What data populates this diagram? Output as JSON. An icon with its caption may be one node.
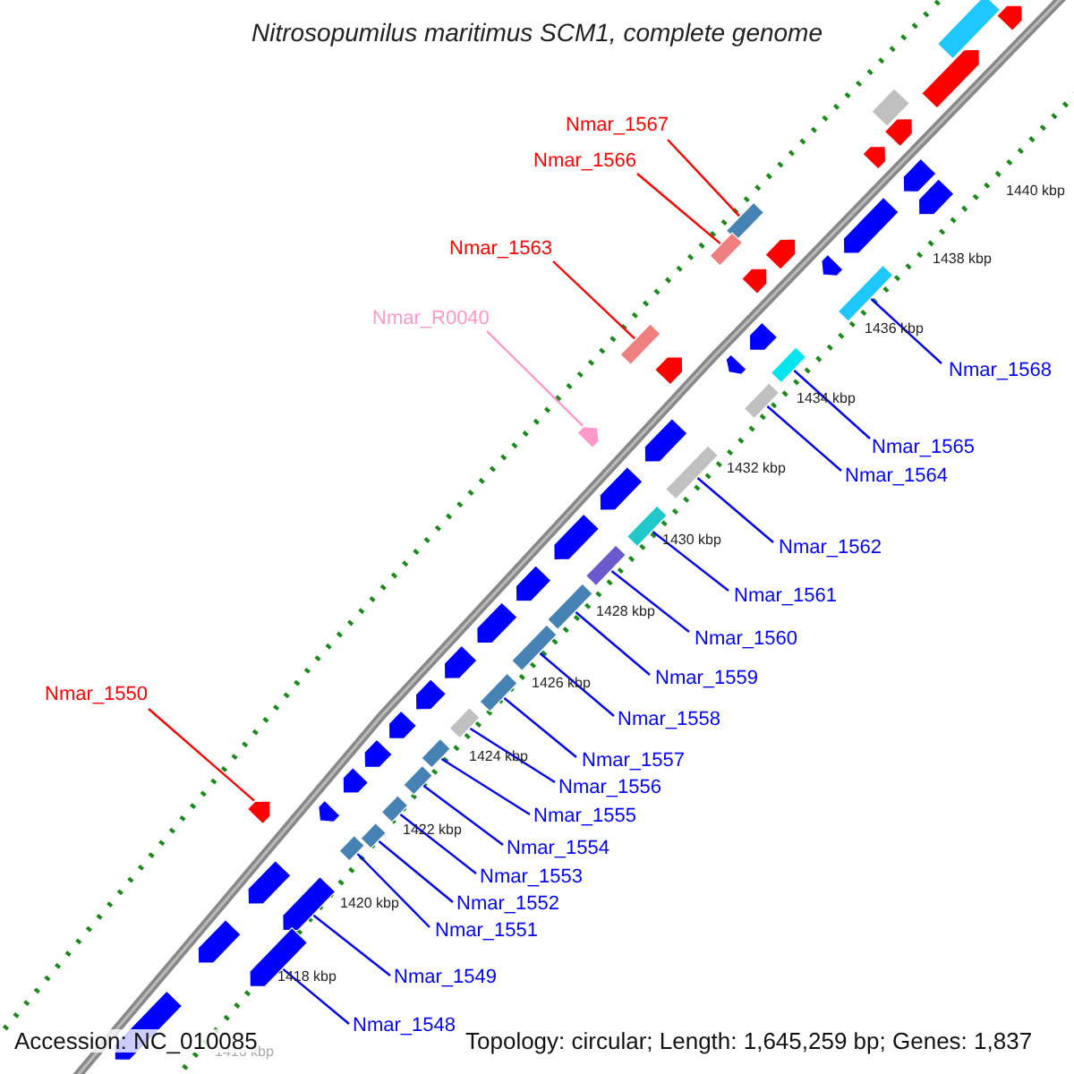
{
  "diagram": {
    "title": "Nitrosopumilus maritimus SCM1, complete genome",
    "nodes": [
      {
        "text": [
          "Nmar_1567"
        ]
      },
      {
        "text": [
          "Nmar_1566"
        ]
      },
      {
        "text": [
          "Nmar_1563"
        ]
      },
      {
        "text": [
          "Nmar_R0040"
        ]
      },
      {
        "text": [
          "Nmar_1568"
        ]
      },
      {
        "text": [
          "Nmar_1565"
        ]
      },
      {
        "text": [
          "Nmar_1564"
        ]
      },
      {
        "text": [
          "Nmar_1562"
        ]
      },
      {
        "text": [
          "Nmar_1561"
        ]
      },
      {
        "text": [
          "Nmar_1560"
        ]
      },
      {
        "text": [
          "Nmar_1559"
        ]
      },
      {
        "text": [
          "Nmar_1558"
        ]
      },
      {
        "text": [
          "Nmar_1550"
        ]
      },
      {
        "text": [
          "Nmar_1557"
        ]
      },
      {
        "text": [
          "Nmar_1556"
        ]
      },
      {
        "text": [
          "Nmar_1555"
        ]
      },
      {
        "text": [
          "Nmar_1554"
        ]
      },
      {
        "text": [
          "Nmar_1553"
        ]
      },
      {
        "text": [
          "Nmar_1552"
        ]
      },
      {
        "text": [
          "Nmar_1551"
        ]
      },
      {
        "text": [
          "Nmar_1549"
        ]
      },
      {
        "text": [
          "Nmar_1548"
        ]
      },
      {
        "text": [],
        "shape": "box"
      },
      {
        "text": [],
        "shape": "box"
      },
      {
        "text": [],
        "shape": "box"
      },
      {
        "text": [],
        "shape": "arrow"
      },
      {
        "text": [],
        "shape": "box"
      },
      {
        "text": [],
        "shape": "box"
      },
      {
        "text": [],
        "shape": "box"
      },
      {
        "text": [],
        "shape": "box"
      },
      {
        "text": [],
        "shape": "box"
      },
      {
        "text": [],
        "shape": "box"
      },
      {
        "text": [],
        "shape": "box"
      },
      {
        "text": [],
        "shape": "box"
      },
      {
        "text": [],
        "shape": "arrow"
      },
      {
        "text": [],
        "shape": "box"
      },
      {
        "text": [],
        "shape": "box"
      },
      {
        "text": [],
        "shape": "box"
      },
      {
        "text": [],
        "shape": "box"
      },
      {
        "text": [],
        "shape": "box"
      },
      {
        "text": [],
        "shape": "box"
      },
      {
        "text": [],
        "shape": "box"
      },
      {
        "text": [],
        "shape": "arrow"
      },
      {
        "text": [],
        "shape": "arrow"
      },
      {
        "text": [],
        "shape": "box"
      },
      {
        "text": [],
        "shape": "arrow"
      },
      {
        "text": [],
        "shape": "arrow"
      },
      {
        "text": [],
        "shape": "box"
      },
      {
        "text": [],
        "shape": "arrow"
      },
      {
        "text": [],
        "shape": "arrow"
      },
      {
        "text": [],
        "shape": "arrow"
      },
      {
        "text": [],
        "shape": "arrow"
      },
      {
        "text": [],
        "shape": "arrow"
      },
      {
        "text": [],
        "shape": "arrow"
      },
      {
        "text": [],
        "shape": "arrow"
      },
      {
        "text": [],
        "shape": "arrow"
      },
      {
        "text": [],
        "shape": "arrow"
      },
      {
        "text": [],
        "shape": "arrow"
      },
      {
        "text": [],
        "shape": "arrow"
      },
      {
        "text": [],
        "shape": "arrow"
      },
      {
        "text": [],
        "shape": "arrow"
      },
      {
        "text": [],
        "shape": "arrow"
      },
      {
        "text": [],
        "shape": "arrow"
      },
      {
        "text": [],
        "shape": "arrow"
      },
      {
        "text": [],
        "shape": "arrow"
      },
      {
        "text": [],
        "shape": "arrow"
      },
      {
        "text": [],
        "shape": "arrow"
      },
      {
        "text": [],
        "shape": "arrow"
      },
      {
        "text": [],
        "shape": "arrow"
      },
      {
        "text": [],
        "shape": "arrow"
      },
      {
        "text": [],
        "shape": "arrow"
      },
      {
        "text": [],
        "shape": "arrow"
      },
      {
        "text": [],
        "shape": "arrow"
      }
    ],
    "edges": [
      {
        "from": 0,
        "to": 22,
        "arrow": "none",
        "color": "#ff0000"
      },
      {
        "from": 1,
        "to": 23,
        "arrow": "none",
        "color": "#ff0000"
      },
      {
        "from": 2,
        "to": 24,
        "arrow": "none",
        "color": "#ff0000"
      },
      {
        "from": 3,
        "to": 25,
        "arrow": "none",
        "color": "#ff99cc"
      },
      {
        "from": 4,
        "to": 26,
        "arrow": "none"
      },
      {
        "from": 5,
        "to": 27,
        "arrow": "none"
      },
      {
        "from": 6,
        "to": 28,
        "arrow": "none"
      },
      {
        "from": 7,
        "to": 29,
        "arrow": "none"
      },
      {
        "from": 8,
        "to": 30,
        "arrow": "none"
      },
      {
        "from": 9,
        "to": 31,
        "arrow": "none"
      },
      {
        "from": 10,
        "to": 32,
        "arrow": "none"
      },
      {
        "from": 11,
        "to": 33,
        "arrow": "none"
      },
      {
        "from": 12,
        "to": 34,
        "arrow": "none",
        "color": "#ff0000"
      },
      {
        "from": 13,
        "to": 35,
        "arrow": "none"
      },
      {
        "from": 14,
        "to": 36,
        "arrow": "none"
      },
      {
        "from": 15,
        "to": 37,
        "arrow": "none"
      },
      {
        "from": 16,
        "to": 38,
        "arrow": "none"
      },
      {
        "from": 17,
        "to": 39,
        "arrow": "none"
      },
      {
        "from": 18,
        "to": 40,
        "arrow": "none"
      },
      {
        "from": 19,
        "to": 41,
        "arrow": "none"
      },
      {
        "from": 20,
        "to": 42,
        "arrow": "none"
      },
      {
        "from": 21,
        "to": 43,
        "arrow": "none"
      }
    ],
    "labels": [
      "1440 kbp",
      "1438 kbp",
      "1436 kbp",
      "1434 kbp",
      "1432 kbp",
      "1430 kbp",
      "1428 kbp",
      "1426 kbp",
      "1424 kbp",
      "1422 kbp",
      "1420 kbp",
      "1418 kbp",
      "1416 kbp",
      "Accession: NC_010085",
      "Topology: circular; Length: 1,645,259 bp; Genes: 1,837"
    ]
  }
}
